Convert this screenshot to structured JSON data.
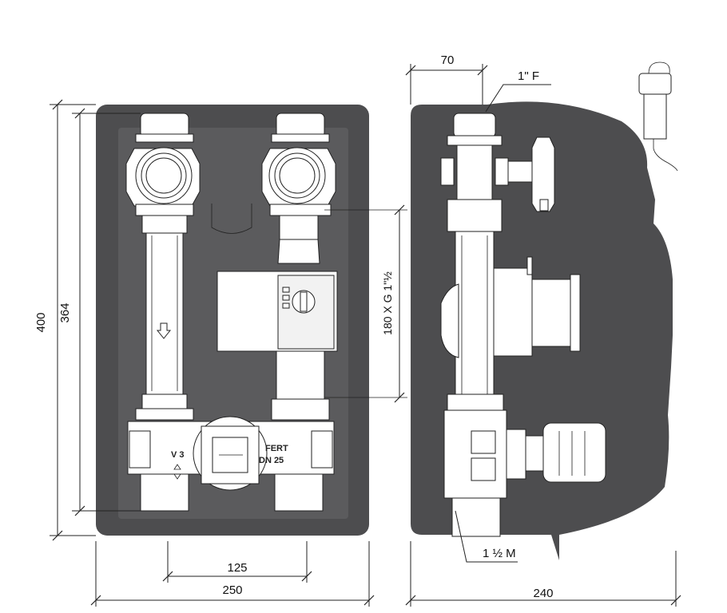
{
  "dimensions": {
    "height_outer": "400",
    "height_inner": "364",
    "width_front": "250",
    "connection_spacing": "125",
    "depth_side": "240",
    "top_offset": "70",
    "pump_length": "180 X G 1\"½"
  },
  "callouts": {
    "top_connection": "1\" F",
    "bottom_connection": "1 ½ M"
  },
  "valve_labels": {
    "model": "V 3",
    "brand_fragment": "FERT",
    "size_fragment": "DN 25"
  },
  "colors": {
    "housing": "#4d4d4f",
    "parts": "#ffffff",
    "lines": "#222222"
  },
  "icons": [
    "arrow-down-icon",
    "thermostat-head-icon",
    "temperature-sensor-icon"
  ]
}
